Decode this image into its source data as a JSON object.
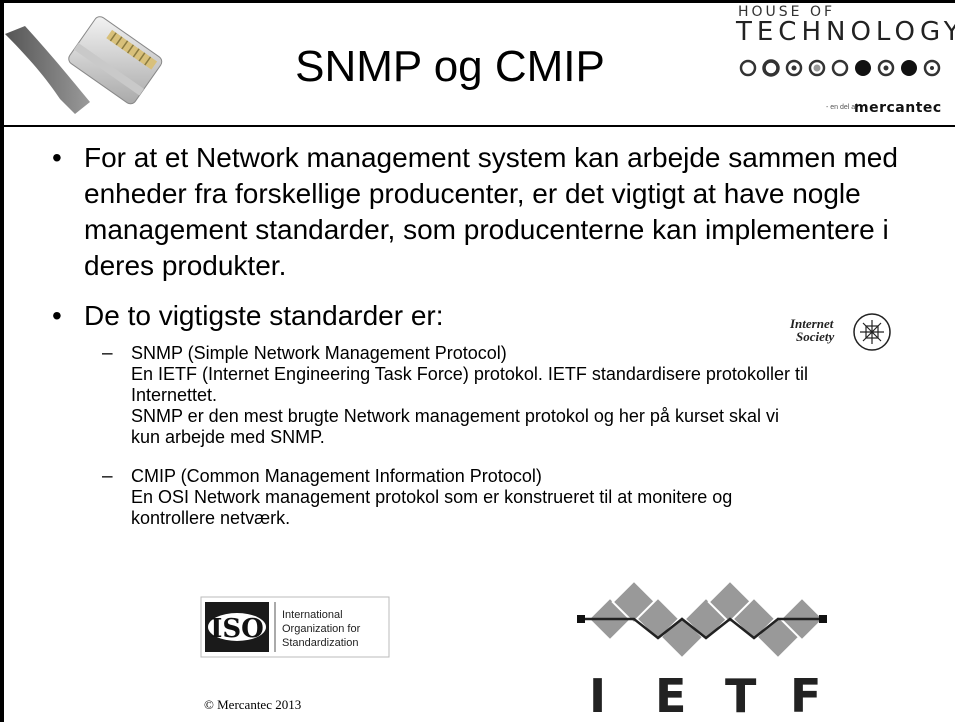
{
  "slide": {
    "title": "SNMP og CMIP",
    "bullets": [
      "For at et Network management system kan arbejde sammen med enheder fra forskellige producenter, er det vigtigt at have nogle management standarder, som producenterne kan implementere i deres produkter.",
      "De to vigtigste standarder er:"
    ],
    "sub_items": [
      {
        "lines": [
          "SNMP (Simple Network Management Protocol)",
          "En IETF (Internet Engineering Task Force) protokol. IETF standardisere protokoller til Internettet.",
          "SNMP er den mest brugte Network management protokol og her på kurset skal vi kun arbejde med SNMP."
        ]
      },
      {
        "lines": [
          "CMIP (Common Management Information Protocol)",
          "En OSI Network management protokol som er konstrueret til at monitere og kontrollere netværk."
        ]
      }
    ],
    "bullet_symbol": "•",
    "dash_symbol": "–",
    "copyright": "© Mercantec 2013"
  },
  "logos": {
    "house_of": "HOUSE OF",
    "technology": "TECHNOLOGY",
    "byline": "- en del af",
    "brand": "mercantec",
    "internet_society": [
      "Internet",
      "Society"
    ],
    "iso_acronym": "ISO",
    "iso_name": [
      "International",
      "Organization for",
      "Standardization"
    ],
    "ietf_letters": [
      "I",
      "E",
      "T",
      "F"
    ]
  },
  "icons": {
    "cable": "network-cable-icon"
  }
}
